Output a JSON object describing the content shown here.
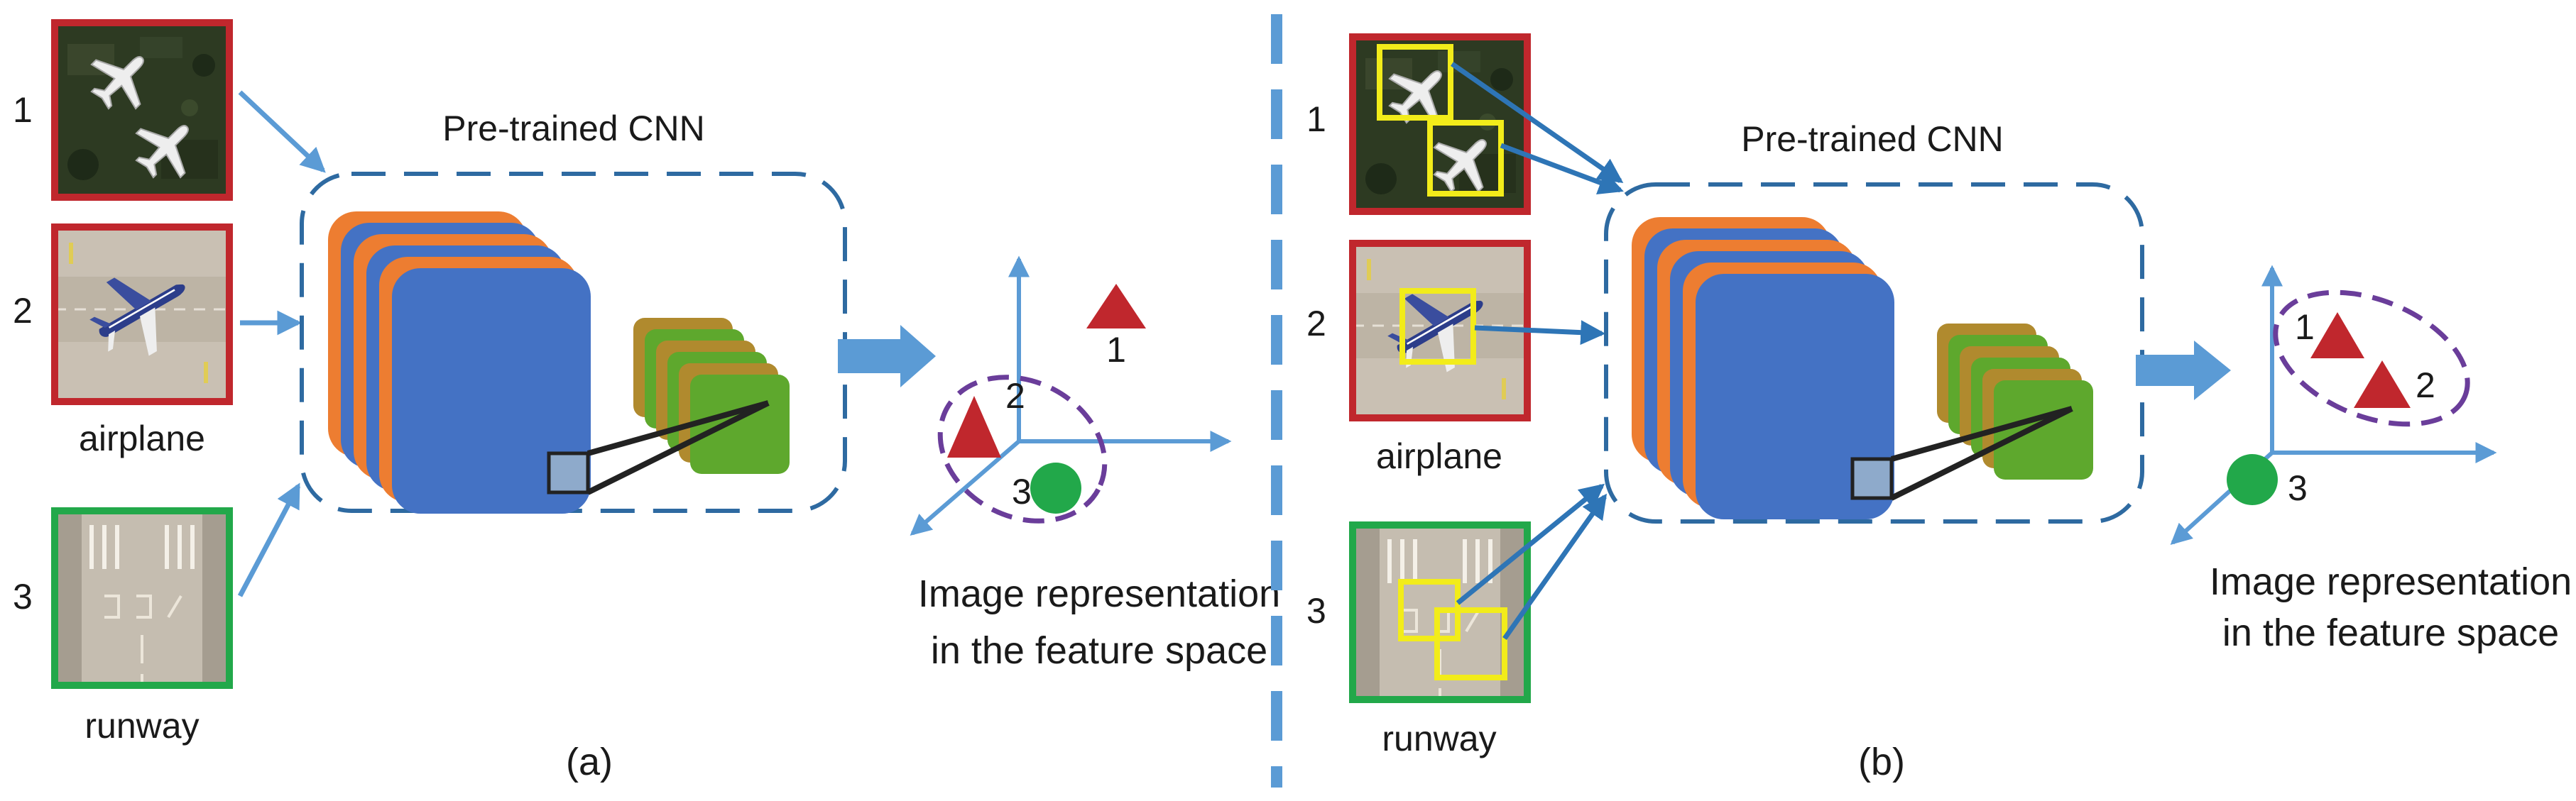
{
  "panel_a": {
    "row_numbers": [
      "1",
      "2",
      "3"
    ],
    "class_labels": [
      "airplane",
      "runway"
    ],
    "cnn_title": "Pre-trained CNN",
    "point_labels": [
      "1",
      "2",
      "3"
    ],
    "representation_caption": [
      "Image representation",
      "in the feature space"
    ],
    "caption": "(a)"
  },
  "panel_b": {
    "row_numbers": [
      "1",
      "2",
      "3"
    ],
    "class_labels": [
      "airplane",
      "runway"
    ],
    "cnn_title": "Pre-trained CNN",
    "point_labels": [
      "1",
      "2",
      "3"
    ],
    "representation_caption": [
      "Image representation",
      "in the feature space"
    ],
    "caption": "(b)"
  },
  "colors": {
    "airplane_frame": "#c0272d",
    "runway_frame": "#22a84a",
    "patch_box": "#f2ec1a",
    "arrow": "#5b9bd5",
    "dashed_box": "#2e6aa1",
    "cluster_ellipse": "#6a3d9a",
    "triangle": "#c0272d",
    "circle": "#22a84a",
    "fmap_blue": "#4472c4",
    "fmap_orange": "#ed7d31",
    "fmap_green": "#5ea82d",
    "fmap_olive": "#b08a2e",
    "divider": "#5b9bd5"
  }
}
